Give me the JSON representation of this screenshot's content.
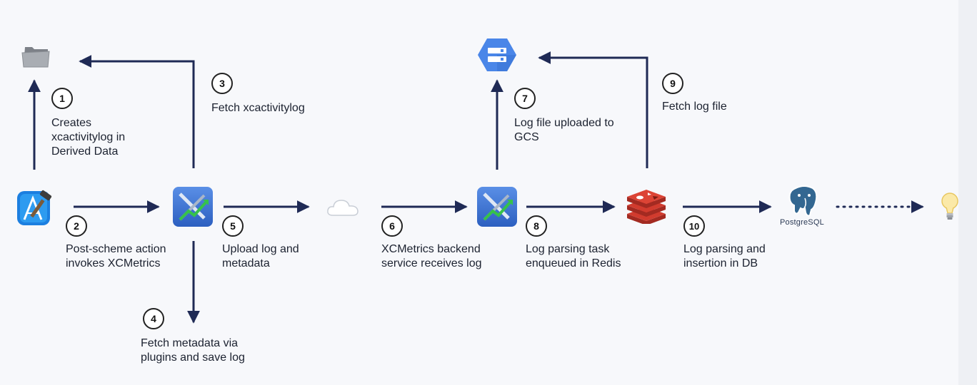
{
  "steps": [
    {
      "num": "1",
      "text": "Creates\nxcactivitylog in\nDerived Data"
    },
    {
      "num": "2",
      "text": "Post-scheme action\ninvokes XCMetrics"
    },
    {
      "num": "3",
      "text": "Fetch xcactivitylog"
    },
    {
      "num": "4",
      "text": "Fetch metadata via\nplugins and save log"
    },
    {
      "num": "5",
      "text": "Upload log and\nmetadata"
    },
    {
      "num": "6",
      "text": "XCMetrics backend\nservice receives log"
    },
    {
      "num": "7",
      "text": "Log file uploaded to\nGCS"
    },
    {
      "num": "8",
      "text": "Log parsing task\nenqueued in Redis"
    },
    {
      "num": "9",
      "text": "Fetch log file"
    },
    {
      "num": "10",
      "text": "Log parsing and\ninsertion in DB"
    }
  ],
  "icons": {
    "xcode": "xcode-icon",
    "folder": "folder-icon",
    "xcmetrics": "xcmetrics-icon",
    "cloud": "cloud-icon",
    "gcs": "google-cloud-storage-icon",
    "redis": "redis-icon",
    "postgres": "postgresql-icon",
    "bulb": "lightbulb-icon"
  },
  "postgres_label": "PostgreSQL",
  "colors": {
    "arrow": "#1f2a55",
    "xcmetrics": "#3a6fd0",
    "gcs": "#4a86e8",
    "redis": "#c83a2e",
    "postgres": "#336791"
  }
}
